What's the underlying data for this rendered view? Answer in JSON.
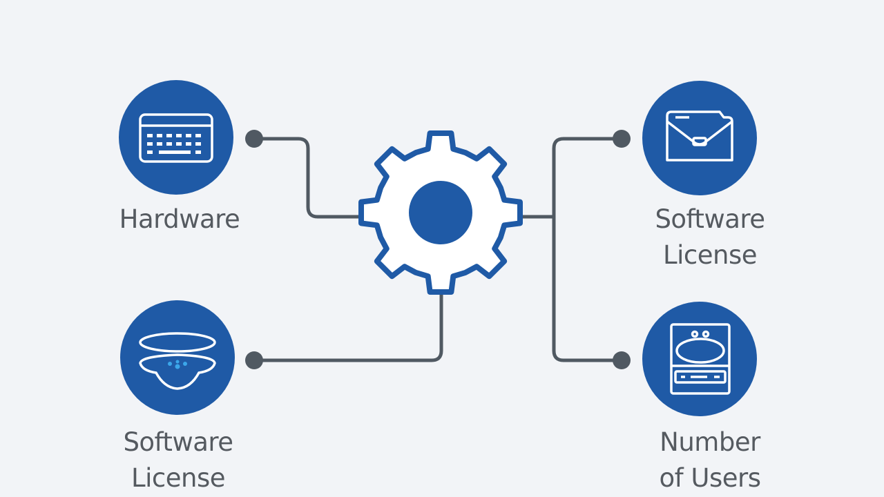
{
  "nodes": {
    "hardware": {
      "lines": [
        "Hardware"
      ]
    },
    "software_license_top": {
      "lines": [
        "Software",
        "License"
      ]
    },
    "software_license_bottom": {
      "lines": [
        "Software",
        "License"
      ]
    },
    "number_of_users": {
      "lines": [
        "Number",
        "of Users"
      ]
    }
  },
  "icons": {
    "center": "gear-icon",
    "hardware": "keyboard-icon",
    "software_license_top": "folder-icon",
    "software_license_bottom": "disc-stack-icon",
    "number_of_users": "server-icon"
  },
  "colors": {
    "accent": "#1f5aa6",
    "connector": "#505962",
    "label": "#555a60",
    "background": "#f2f4f7"
  }
}
